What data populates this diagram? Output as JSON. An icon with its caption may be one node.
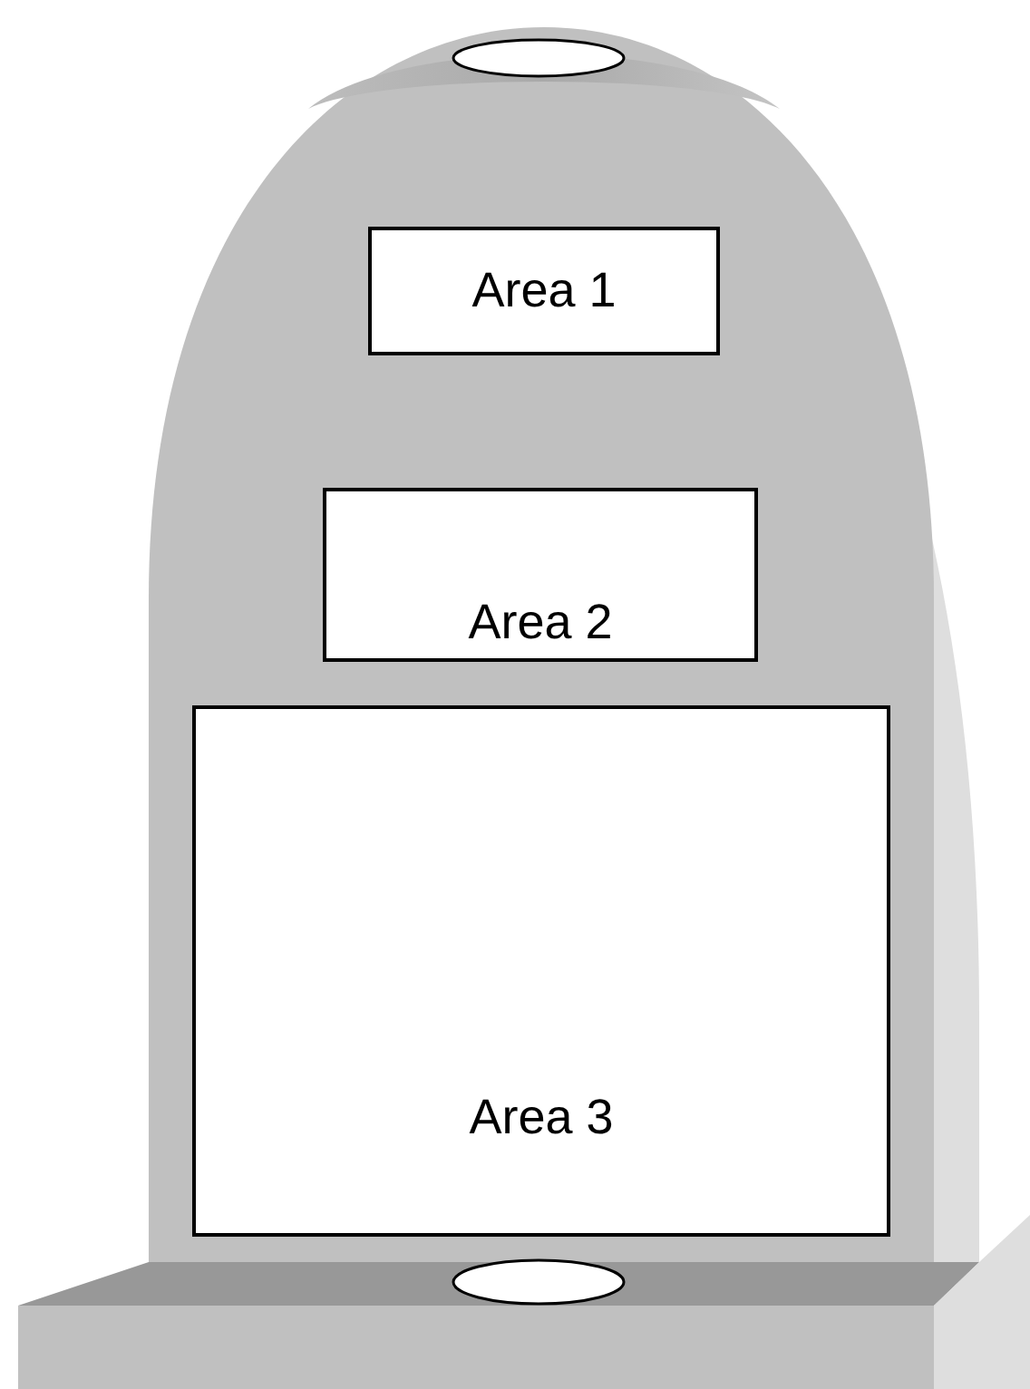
{
  "diagram": {
    "nodes": [
      {
        "text": [
          "Area 1"
        ]
      },
      {
        "text": [
          "Area 2"
        ]
      },
      {
        "text": [
          "Area 3"
        ]
      }
    ]
  }
}
